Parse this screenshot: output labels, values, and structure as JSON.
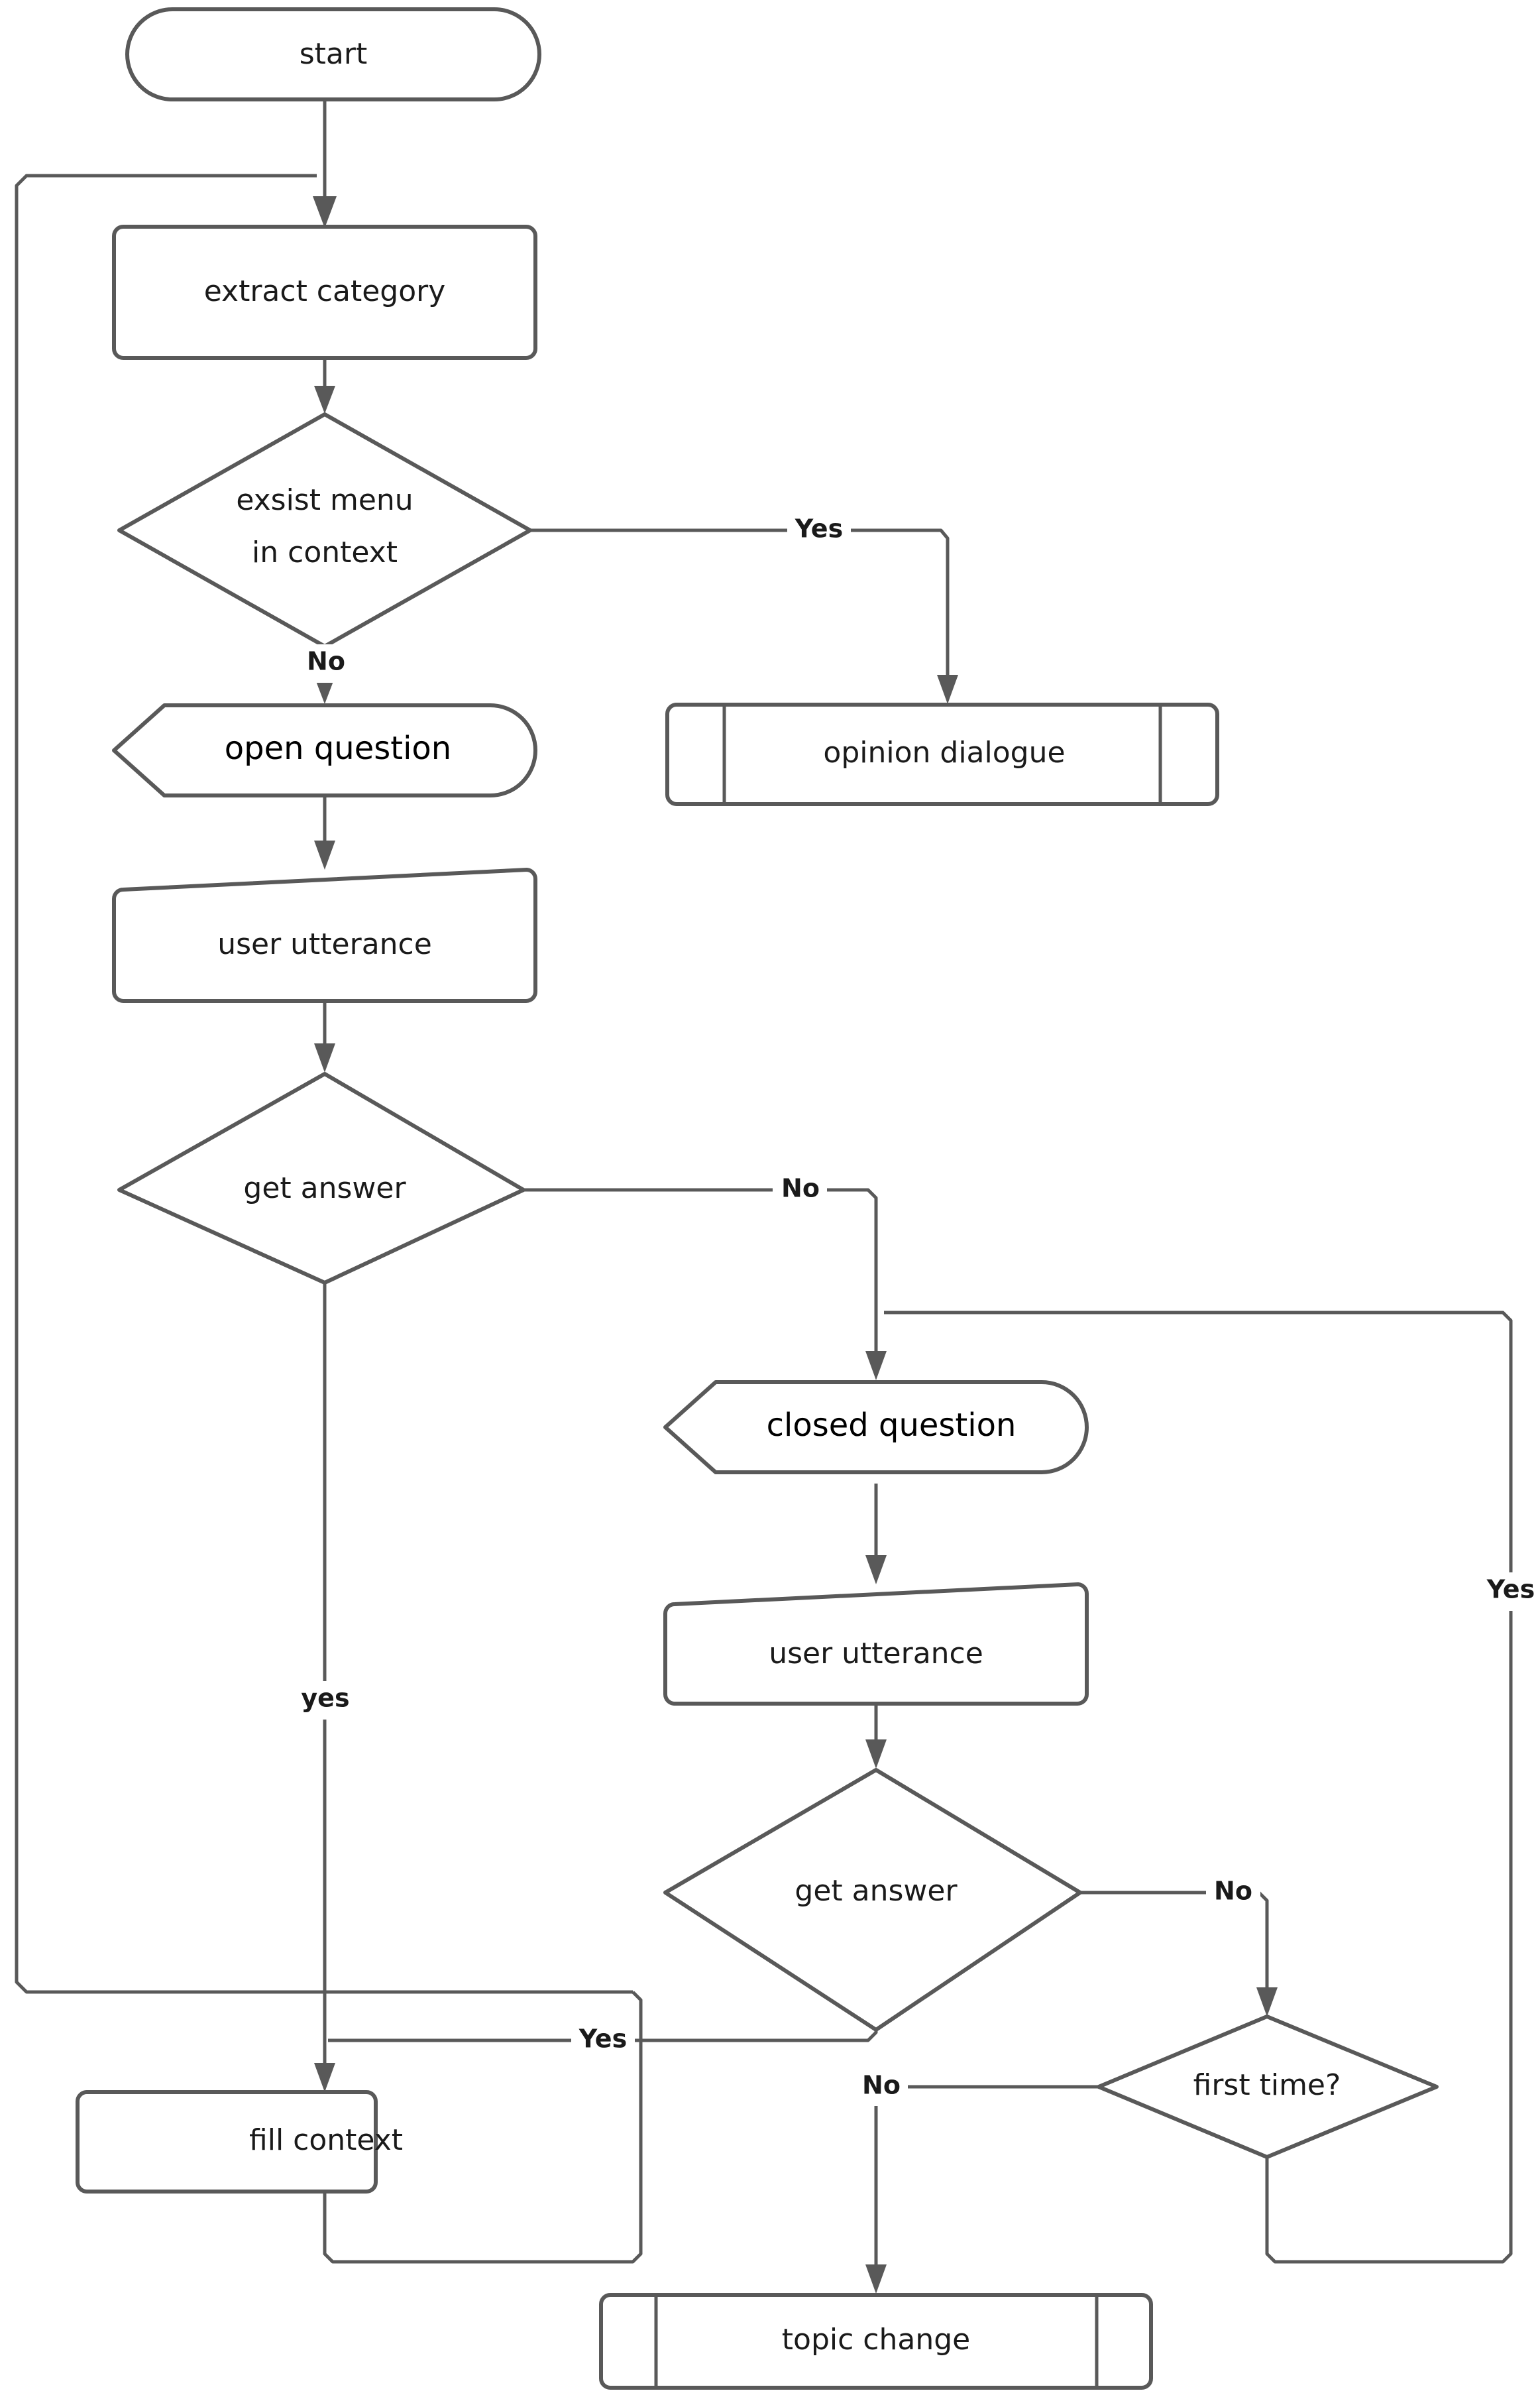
{
  "diagram": {
    "title": "dialogue flow chart",
    "type": "flowchart",
    "stroke_color": "#595959",
    "text_color": "#1a1a1a",
    "background_color": "#ffffff"
  },
  "nodes": {
    "start": {
      "label": "start",
      "shape": "terminator"
    },
    "extract_category": {
      "label": "extract category",
      "shape": "process"
    },
    "exsist_menu": {
      "label_line1": "exsist menu",
      "label_line2": "in context",
      "shape": "decision"
    },
    "opinion_dialogue": {
      "label": "opinion dialogue",
      "shape": "subroutine"
    },
    "open_question": {
      "label": "open question",
      "shape": "pointed-left-round-right"
    },
    "user_utterance_1": {
      "label": "user utterance",
      "shape": "manual-input"
    },
    "get_answer_1": {
      "label": "get answer",
      "shape": "decision"
    },
    "closed_question": {
      "label": "closed question",
      "shape": "pointed-left-round-right"
    },
    "user_utterance_2": {
      "label": "user utterance",
      "shape": "manual-input"
    },
    "get_answer_2": {
      "label": "get answer",
      "shape": "decision"
    },
    "first_time": {
      "label": "first time?",
      "shape": "decision"
    },
    "fill_context": {
      "label": "fill context",
      "shape": "process"
    },
    "topic_change": {
      "label": "topic change",
      "shape": "subroutine"
    }
  },
  "edge_labels": {
    "menu_yes": "Yes",
    "menu_no": "No",
    "answer1_no": "No",
    "answer1_yes": "yes",
    "answer2_yes": "Yes",
    "answer2_no": "No",
    "first_time_no": "No",
    "first_time_yes": "Yes"
  }
}
